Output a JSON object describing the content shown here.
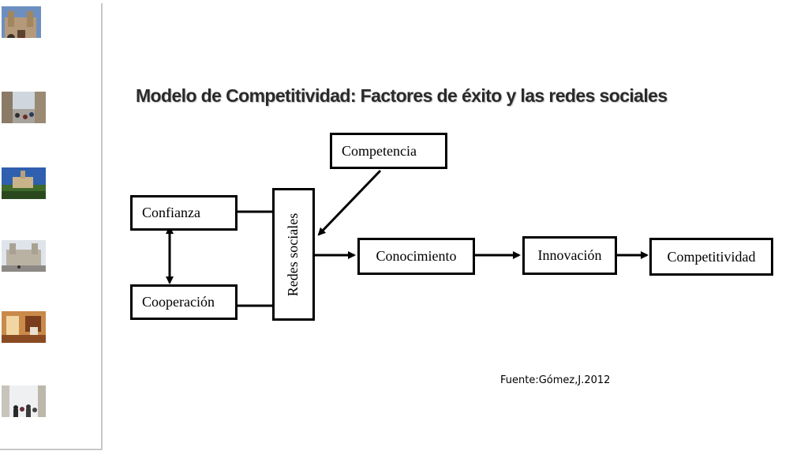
{
  "title": "Modelo de Competitividad: Factores de éxito y las redes sociales",
  "diagram": {
    "nodes": {
      "confianza": "Confianza",
      "cooperacion": "Cooperación",
      "redes_sociales": "Redes sociales",
      "competencia": "Competencia",
      "conocimiento": "Conocimiento",
      "innovacion": "Innovación",
      "competitividad": "Competitividad"
    }
  },
  "source": "Fuente:Gómez,J.2012",
  "thumbnails": [
    {
      "icon": "cathedral-photo-thumbnail"
    },
    {
      "icon": "street-crowd-photo-thumbnail"
    },
    {
      "icon": "landscape-photo-thumbnail"
    },
    {
      "icon": "church-square-photo-thumbnail"
    },
    {
      "icon": "interior-room-photo-thumbnail"
    },
    {
      "icon": "pedestrian-street-photo-thumbnail"
    }
  ]
}
